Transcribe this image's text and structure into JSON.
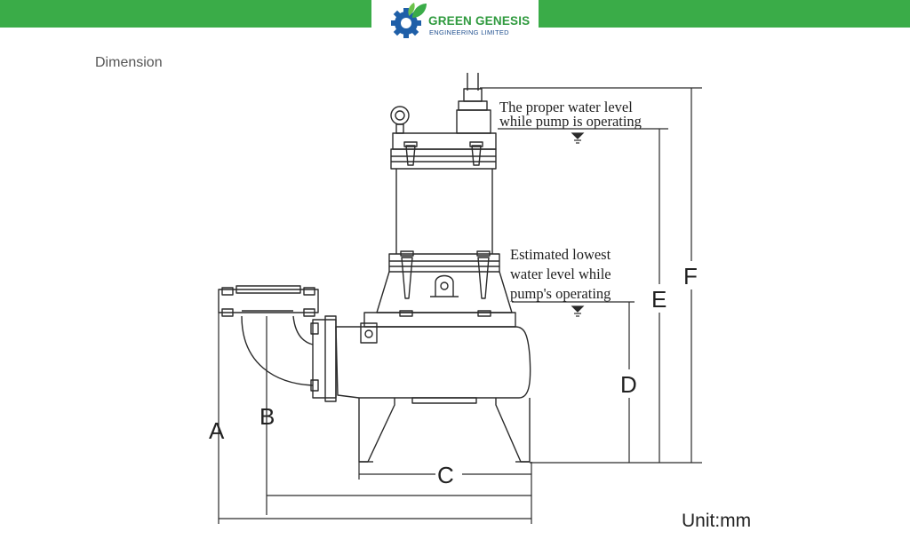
{
  "header": {
    "brand_color": "#3aac48",
    "logo_icon": "gear-leaf-icon",
    "company_name": "GREEN GENESIS",
    "company_subtitle": "ENGINEERING LIMITED"
  },
  "page_title": "Dimension",
  "diagram": {
    "notes": {
      "operating_level_line1": "The proper water level",
      "operating_level_line2": "while pump is operating",
      "lowest_level_line1": "Estimated lowest",
      "lowest_level_line2": "water level while",
      "lowest_level_line3": "pump's operating"
    },
    "dimension_labels": {
      "a": "A",
      "b": "B",
      "c": "C",
      "d": "D",
      "e": "E",
      "f": "F"
    }
  },
  "unit_label": "Unit:mm"
}
